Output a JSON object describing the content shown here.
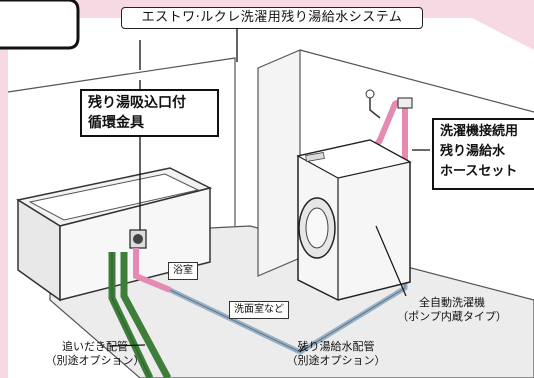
{
  "title": "エストワ·ルクレ洗濯用残り湯給水システム",
  "labels": {
    "intake_line1": "残り湯吸込口付",
    "intake_line2": "循環金具",
    "hose_line1": "洗濯機接続用",
    "hose_line2": "残り湯給水",
    "hose_line3": "ホースセット",
    "bathroom": "浴室",
    "washroom": "洗面室など",
    "washer_line1": "全自動洗濯機",
    "washer_line2": "（ポンプ内蔵タイプ）",
    "reheat_line1": "追いだき配管",
    "reheat_line2": "（別途オプション）",
    "supply_line1": "残り湯給水配管",
    "supply_line2": "（別途オプション）"
  }
}
